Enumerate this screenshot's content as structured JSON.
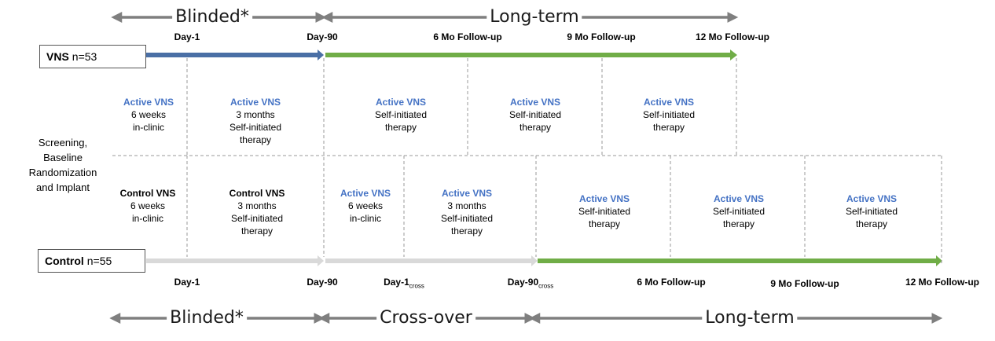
{
  "top_phases": {
    "blinded": "Blinded*",
    "longterm": "Long-term"
  },
  "bottom_phases": {
    "blinded": "Blinded*",
    "crossover": "Cross-over",
    "longterm": "Long-term"
  },
  "vns_group": {
    "name": "VNS",
    "n": "n=53"
  },
  "control_group": {
    "name": "Control",
    "n": "n=55"
  },
  "side_label": "Screening, Baseline Randomization and Implant",
  "top_timepoints": [
    "Day-1",
    "Day-90",
    "6 Mo Follow-up",
    "9 Mo Follow-up",
    "12 Mo Follow-up"
  ],
  "bottom_timepoints": {
    "day1": "Day-1",
    "day90": "Day-90",
    "day1_cross": "Day-1",
    "day90_cross": "Day-90",
    "cross_sub": "cross",
    "fu6": "6 Mo Follow-up",
    "fu9": "9 Mo Follow-up",
    "fu12": "12 Mo Follow-up"
  },
  "vns_cells": [
    {
      "title": "Active VNS",
      "line1": "6 weeks",
      "line2": "in-clinic",
      "line3": ""
    },
    {
      "title": "Active VNS",
      "line1": "3 months",
      "line2": "Self-initiated",
      "line3": "therapy"
    },
    {
      "title": "Active VNS",
      "line1": "Self-initiated",
      "line2": "therapy",
      "line3": ""
    },
    {
      "title": "Active VNS",
      "line1": "Self-initiated",
      "line2": "therapy",
      "line3": ""
    },
    {
      "title": "Active VNS",
      "line1": "Self-initiated",
      "line2": "therapy",
      "line3": ""
    }
  ],
  "control_cells": [
    {
      "title": "Control VNS",
      "line1": "6 weeks",
      "line2": "in-clinic",
      "line3": ""
    },
    {
      "title": "Control VNS",
      "line1": "3 months",
      "line2": "Self-initiated",
      "line3": "therapy"
    },
    {
      "title": "Active VNS",
      "line1": "6 weeks",
      "line2": "in-clinic",
      "line3": ""
    },
    {
      "title": "Active VNS",
      "line1": "3 months",
      "line2": "Self-initiated",
      "line3": "therapy"
    },
    {
      "title": "Active VNS",
      "line1": "Self-initiated",
      "line2": "therapy",
      "line3": ""
    },
    {
      "title": "Active VNS",
      "line1": "Self-initiated",
      "line2": "therapy",
      "line3": ""
    },
    {
      "title": "Active VNS",
      "line1": "Self-initiated",
      "line2": "therapy",
      "line3": ""
    }
  ],
  "colors": {
    "vns_arrow": "#4a6fa5",
    "active_arrow": "#70ad47",
    "control_arrow": "#d9d9d9",
    "phase_arrow": "#7f7f7f",
    "active_text": "#4472c4"
  }
}
